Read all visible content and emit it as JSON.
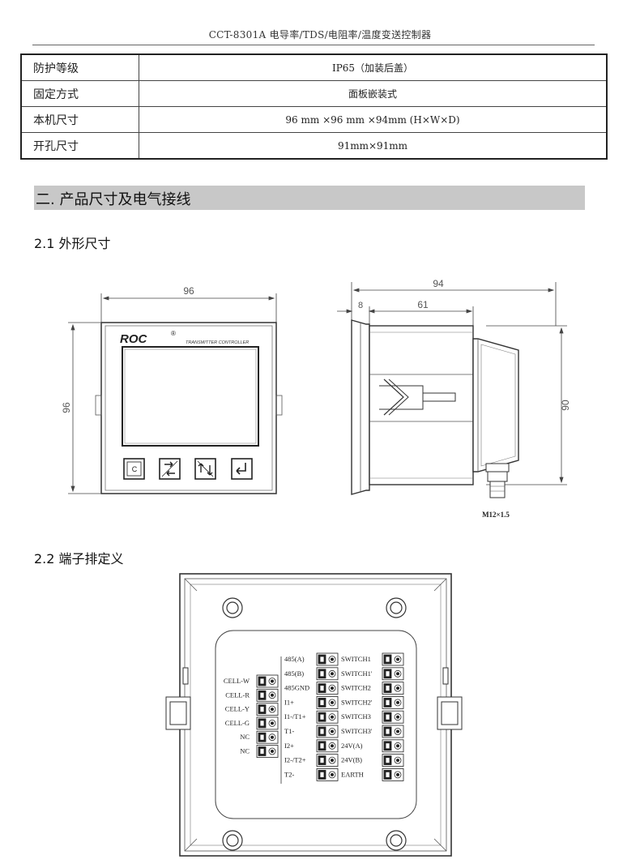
{
  "header": {
    "title": "CCT-8301A 电导率/TDS/电阻率/温度变送控制器"
  },
  "spec_table": [
    {
      "key": "防护等级",
      "value": "IP65（加装后盖）"
    },
    {
      "key": "固定方式",
      "value": "面板嵌装式"
    },
    {
      "key": "本机尺寸",
      "value": "96 mm ×96 mm ×94mm (H×W×D)"
    },
    {
      "key": "开孔尺寸",
      "value": "91mm×91mm"
    }
  ],
  "section": {
    "title": "二.  产品尺寸及电气接线"
  },
  "sub1": {
    "title": "2.1  外形尺寸"
  },
  "sub2": {
    "title": "2.2  端子排定义"
  },
  "front_view": {
    "width_dim": "96",
    "height_dim": "96",
    "brand": "ROC",
    "brand_mark": "®",
    "subtitle": "TRANSMITTER CONTROLLER",
    "key_c": "C"
  },
  "side_view": {
    "total_dim": "94",
    "front_dim": "8",
    "body_dim": "61",
    "height_dim": "90",
    "gland_label": "M12×1.5"
  },
  "terminals": {
    "left": [
      "CELL-W",
      "CELL-R",
      "CELL-Y",
      "CELL-G",
      "NC",
      "NC"
    ],
    "middle": [
      "485(A)",
      "485(B)",
      "485GND",
      "I1+",
      "I1-/T1+",
      "T1-",
      "I2+",
      "I2-/T2+",
      "T2-"
    ],
    "right": [
      "SWITCH1",
      "SWITCH1'",
      "SWITCH2",
      "SWITCH2'",
      "SWITCH3",
      "SWITCH3'",
      "24V(A)",
      "24V(B)",
      "EARTH"
    ]
  }
}
